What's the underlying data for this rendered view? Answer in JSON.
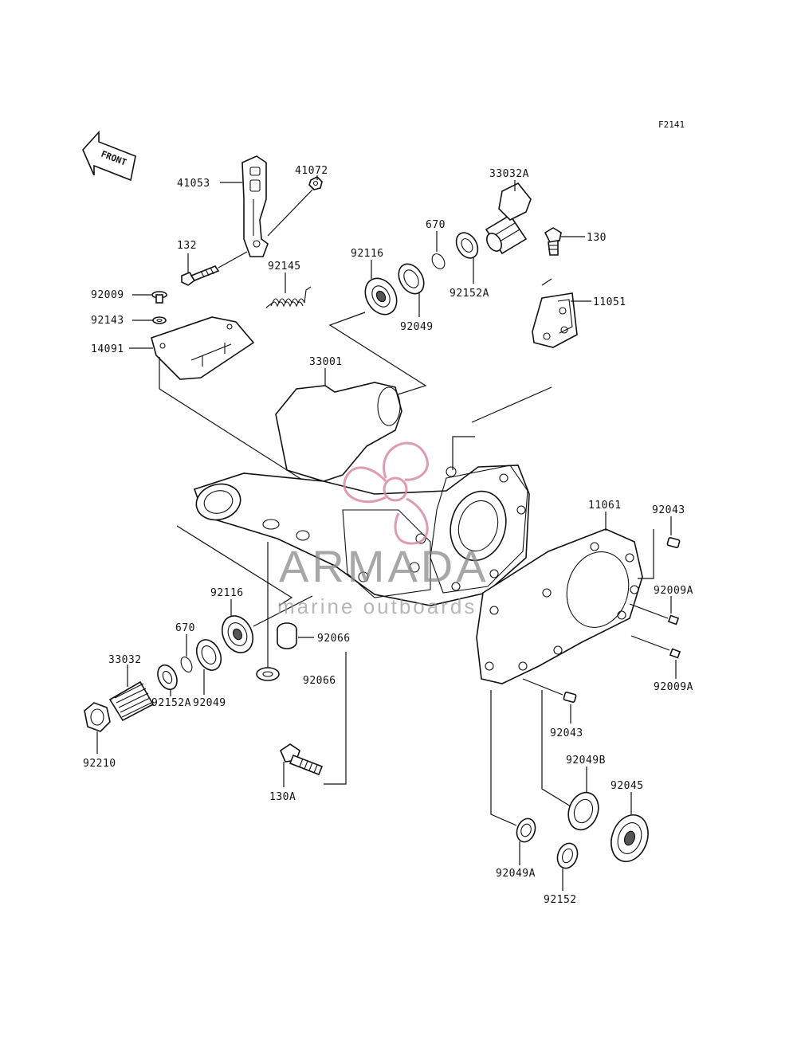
{
  "figure_id": "F2141",
  "front_arrow_text": "FRONT",
  "watermark": {
    "brand": "ARMADA",
    "tagline": "marine outboards",
    "accent_color": "#d98aa6"
  },
  "parts": {
    "p41053": "41053",
    "p41072": "41072",
    "p132": "132",
    "p92145": "92145",
    "p92009": "92009",
    "p92143": "92143",
    "p14091": "14091",
    "p92116_top": "92116",
    "p92049_top": "92049",
    "p670_top": "670",
    "p92152A_top": "92152A",
    "p33032A": "33032A",
    "p130": "130",
    "p11051": "11051",
    "p33001": "33001",
    "p11061": "11061",
    "p92043_top": "92043",
    "p92009A_1": "92009A",
    "p92009A_2": "92009A",
    "p92043_bottom": "92043",
    "p92049B": "92049B",
    "p92045": "92045",
    "p92049A": "92049A",
    "p92152": "92152",
    "p92116_bottom": "92116",
    "p670_bottom": "670",
    "p33032": "33032",
    "p92049_bottom": "92049",
    "p92152A_bottom": "92152A",
    "p92210": "92210",
    "p92066_1": "92066",
    "p92066_2": "92066",
    "p130A": "130A"
  }
}
